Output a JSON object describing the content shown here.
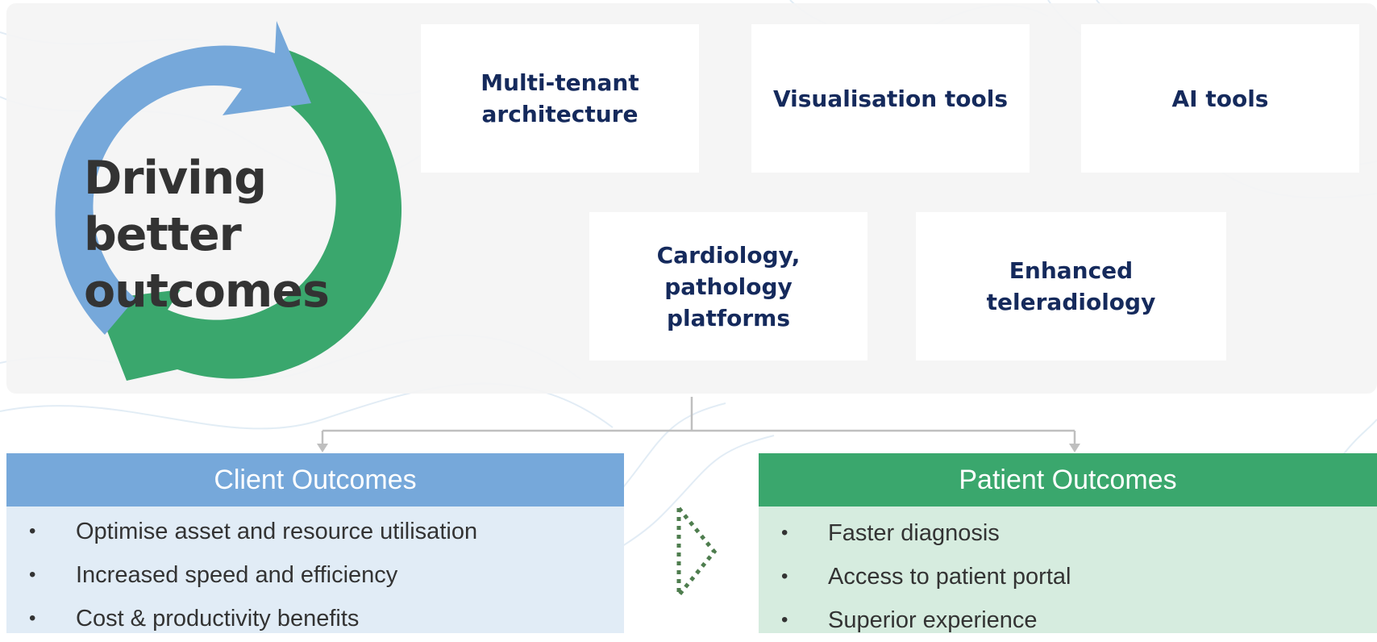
{
  "headline": {
    "line1": "Driving better",
    "line2": "outcomes"
  },
  "features": [
    {
      "line1": "Multi-tenant",
      "line2": "architecture"
    },
    {
      "line1": "Visualisation tools",
      "line2": ""
    },
    {
      "line1": "AI tools",
      "line2": ""
    },
    {
      "line1": "Cardiology,",
      "line2": "pathology platforms"
    },
    {
      "line1": "Enhanced",
      "line2": "teleradiology"
    }
  ],
  "client_outcomes": {
    "title": "Client Outcomes",
    "items": [
      "Optimise asset and resource utilisation",
      "Increased speed and efficiency",
      "Cost & productivity benefits"
    ]
  },
  "patient_outcomes": {
    "title": "Patient Outcomes",
    "items": [
      "Faster diagnosis",
      "Access to patient portal",
      "Superior experience"
    ]
  },
  "bullet_glyph": "•",
  "colors": {
    "cycle_blue": "#76a8da",
    "cycle_green": "#3aa76d",
    "feature_text": "#152a5c",
    "headline_text": "#333333",
    "connector": "#bfbfbf",
    "dotted_arrow": "#4e7d4e"
  },
  "icons": {
    "cycle": "refresh-cycle-icon",
    "transition": "dotted-play-triangle-icon"
  }
}
